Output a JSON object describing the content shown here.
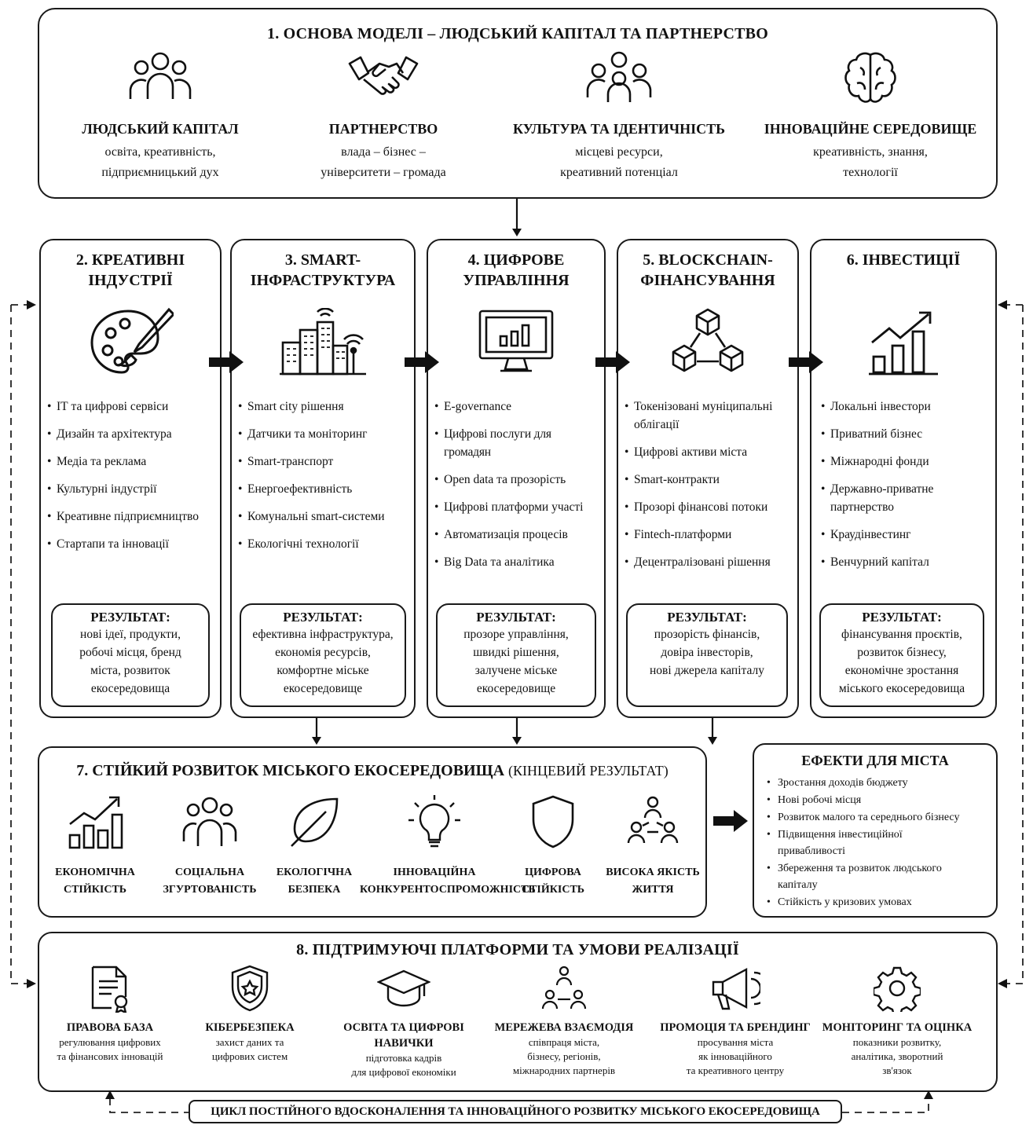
{
  "section1": {
    "title": "1. ОСНОВА МОДЕЛІ – ЛЮДСЬКИЙ КАПІТАЛ ТА ПАРТНЕРСТВО",
    "items": [
      {
        "icon": "people-group-icon",
        "heading": "ЛЮДСЬКИЙ КАПІТАЛ",
        "line1": "освіта, креативність,",
        "line2": "підприємницький дух"
      },
      {
        "icon": "handshake-icon",
        "heading": "ПАРТНЕРСТВО",
        "line1": "влада – бізнес –",
        "line2": "університети – громада"
      },
      {
        "icon": "community-icon",
        "heading": "КУЛЬТУРА ТА ІДЕНТИЧНІСТЬ",
        "line1": "місцеві ресурси,",
        "line2": "креативний потенціал"
      },
      {
        "icon": "brain-icon",
        "heading": "ІННОВАЦІЙНЕ СЕРЕДОВИЩЕ",
        "line1": "креативність, знання,",
        "line2": "технології"
      }
    ]
  },
  "columns": [
    {
      "title1": "2. КРЕАТИВНІ",
      "title2": "ІНДУСТРІЇ",
      "icon": "palette-icon",
      "items": [
        "ІТ та цифрові сервіси",
        "Дизайн та архітектура",
        "Медіа та реклама",
        "Культурні індустрії",
        "Креативне підприємництво",
        "Стартапи та інновації"
      ],
      "result_title": "РЕЗУЛЬТАТ:",
      "result": [
        "нові ідеї, продукти,",
        "робочі місця, бренд",
        "міста, розвиток",
        "екосередовища"
      ]
    },
    {
      "title1": "3. SMART-",
      "title2": "ІНФРАСТРУКТУРА",
      "icon": "smart-city-icon",
      "items": [
        "Smart city рішення",
        "Датчики та моніторинг",
        "Smart-транспорт",
        "Енергоефективність",
        "Комунальні smart-системи",
        "Екологічні технології"
      ],
      "result_title": "РЕЗУЛЬТАТ:",
      "result": [
        "ефективна інфраструктура,",
        "економія ресурсів,",
        "комфортне міське",
        "екосередовище"
      ]
    },
    {
      "title1": "4. ЦИФРОВЕ",
      "title2": "УПРАВЛІННЯ",
      "icon": "monitor-chart-icon",
      "items": [
        "E-governance",
        "Цифрові послуги для громадян",
        "Open data та прозорість",
        "Цифрові платформи участі",
        "Автоматизація процесів",
        "Big Data та аналітика"
      ],
      "result_title": "РЕЗУЛЬТАТ:",
      "result": [
        "прозоре управління,",
        "швидкі рішення,",
        "залучене міське",
        "екосередовище"
      ]
    },
    {
      "title1": "5. BLOCKCHAIN-",
      "title2": "ФІНАНСУВАННЯ",
      "icon": "blockchain-icon",
      "items": [
        "Токенізовані муніципальні облігації",
        "Цифрові активи міста",
        "Smart-контракти",
        "Прозорі фінансові потоки",
        "Fintech-платформи",
        "Децентралізовані рішення"
      ],
      "result_title": "РЕЗУЛЬТАТ:",
      "result": [
        "прозорість фінансів,",
        "довіра інвесторів,",
        "нові джерела капіталу"
      ]
    },
    {
      "title1": "6. ІНВЕСТИЦІЇ",
      "title2": "",
      "icon": "growth-chart-icon",
      "items": [
        "Локальні інвестори",
        "Приватний бізнес",
        "Міжнародні фонди",
        "Державно-приватне партнерство",
        "Краудінвестинг",
        "Венчурний капітал"
      ],
      "result_title": "РЕЗУЛЬТАТ:",
      "result": [
        "фінансування проєктів,",
        "розвиток бізнесу,",
        "економічне зростання",
        "міського екосередовища"
      ]
    }
  ],
  "section7": {
    "title": "7. СТІЙКИЙ РОЗВИТОК МІСЬКОГО ЕКОСЕРЕДОВИЩА",
    "title_suffix": "(КІНЦЕВИЙ РЕЗУЛЬТАТ)",
    "items": [
      {
        "icon": "growth-bars-icon",
        "line1": "ЕКОНОМІЧНА",
        "line2": "СТІЙКІСТЬ"
      },
      {
        "icon": "social-group-icon",
        "line1": "СОЦІАЛЬНА",
        "line2": "ЗГУРТОВАНІСТЬ"
      },
      {
        "icon": "leaf-icon",
        "line1": "ЕКОЛОГІЧНА",
        "line2": "БЕЗПЕКА"
      },
      {
        "icon": "lightbulb-icon",
        "line1": "ІННОВАЦІЙНА",
        "line2": "КОНКУРЕНТОСПРОМОЖНІСТЬ"
      },
      {
        "icon": "shield-icon",
        "line1": "ЦИФРОВА",
        "line2": "СТІЙКІСТЬ"
      },
      {
        "icon": "network-people-icon",
        "line1": "ВИСОКА ЯКІСТЬ",
        "line2": "ЖИТТЯ"
      }
    ]
  },
  "effects": {
    "title": "ЕФЕКТИ ДЛЯ МІСТА",
    "items": [
      "Зростання доходів бюджету",
      "Нові робочі місця",
      "Розвиток малого та середнього бізнесу",
      "Підвищення інвестиційної привабливості",
      "Збереження та розвиток людського капіталу",
      "Стійкість у кризових умовах"
    ]
  },
  "section8": {
    "title": "8. ПІДТРИМУЮЧІ ПЛАТФОРМИ ТА УМОВИ РЕАЛІЗАЦІЇ",
    "items": [
      {
        "icon": "legal-document-icon",
        "h1": "ПРАВОВА БАЗА",
        "h2": "",
        "d1": "регулювання цифрових",
        "d2": "та фінансових інновацій",
        "d3": ""
      },
      {
        "icon": "cyber-shield-icon",
        "h1": "КІБЕРБЕЗПЕКА",
        "h2": "",
        "d1": "захист даних та",
        "d2": "цифрових систем",
        "d3": ""
      },
      {
        "icon": "graduation-cap-icon",
        "h1": "ОСВІТА ТА ЦИФРОВІ",
        "h2": "НАВИЧКИ",
        "d1": "підготовка кадрів",
        "d2": "для цифрової економіки",
        "d3": ""
      },
      {
        "icon": "network-icon",
        "h1": "МЕРЕЖЕВА ВЗАЄМОДІЯ",
        "h2": "",
        "d1": "співпраця міста,",
        "d2": "бізнесу, регіонів,",
        "d3": "міжнародних партнерів"
      },
      {
        "icon": "megaphone-icon",
        "h1": "ПРОМОЦІЯ ТА БРЕНДИНГ",
        "h2": "",
        "d1": "просування міста",
        "d2": "як інноваційного",
        "d3": "та креативного центру"
      },
      {
        "icon": "gear-icon",
        "h1": "МОНІТОРИНГ ТА ОЦІНКА",
        "h2": "",
        "d1": "показники розвитку,",
        "d2": "аналітика, зворотний",
        "d3": "зв'язок"
      }
    ]
  },
  "cycle": {
    "label": "ЦИКЛ ПОСТІЙНОГО ВДОСКОНАЛЕННЯ ТА ІННОВАЦІЙНОГО РОЗВИТКУ МІСЬКОГО ЕКОСЕРЕДОВИЩА"
  }
}
